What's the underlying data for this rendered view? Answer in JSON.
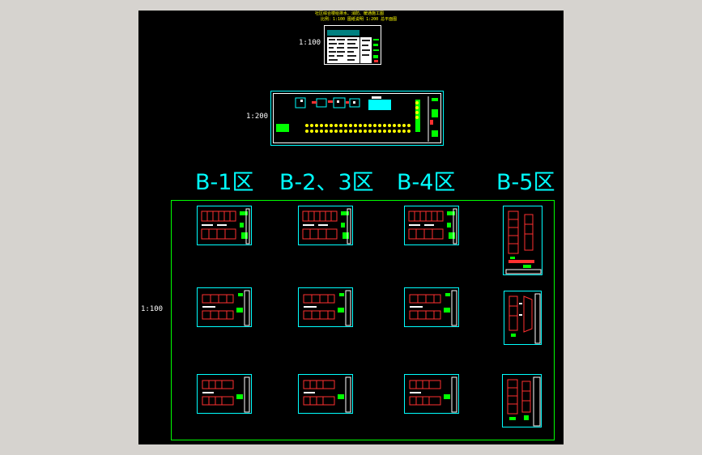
{
  "viewport": {
    "background": "#000000"
  },
  "top_notes": [
    "社区综合楼给排水、消防、暖通施工图",
    "比例：1:100 图纸说明 1:200 总平面图"
  ],
  "scales": {
    "top_label": "1:100",
    "mid_label": "1:200",
    "grid_label": "1:100"
  },
  "zones": {
    "b1": "B-1区",
    "b23": "B-2、3区",
    "b4": "B-4区",
    "b5": "B-5区"
  },
  "colors": {
    "zone_text": "#00ffff",
    "frame": "#00ff00",
    "sheet_border": "#00ffff",
    "title_note": "#ffff00",
    "drawing_red": "#ff3030",
    "drawing_white": "#ffffff"
  }
}
